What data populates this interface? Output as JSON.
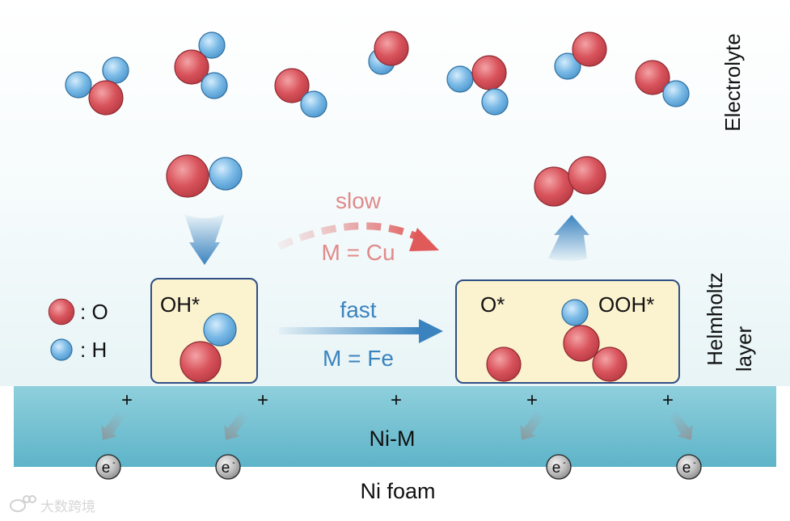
{
  "labels": {
    "electrolyte": "Electrolyte",
    "helmholtz_line1": "Helmholtz",
    "helmholtz_line2": "layer",
    "legend_o": ": O",
    "legend_h": ": H",
    "oh_star": "OH*",
    "o_star": "O*",
    "ooh_star": "OOH*",
    "slow": "slow",
    "slow_condition": "M = Cu",
    "fast": "fast",
    "fast_condition": "M = Fe",
    "electrode": "Ni-M",
    "substrate": "Ni foam",
    "plus": "+",
    "electron": "e",
    "electron_sup": "-",
    "watermark": "大数跨境"
  },
  "colors": {
    "oxygen": "#d9545c",
    "hydrogen": "#6fb3e2",
    "slow": "#e08a8a",
    "fast": "#3a83bf",
    "electrode_top": "#8fcfdc",
    "electrode_bottom": "#5eb4c9",
    "box_fill": "#fbf2cf",
    "box_stroke": "#2f4f86"
  },
  "icons": {
    "watermark": "weibo-logo-icon",
    "electron": "electron-icon"
  }
}
